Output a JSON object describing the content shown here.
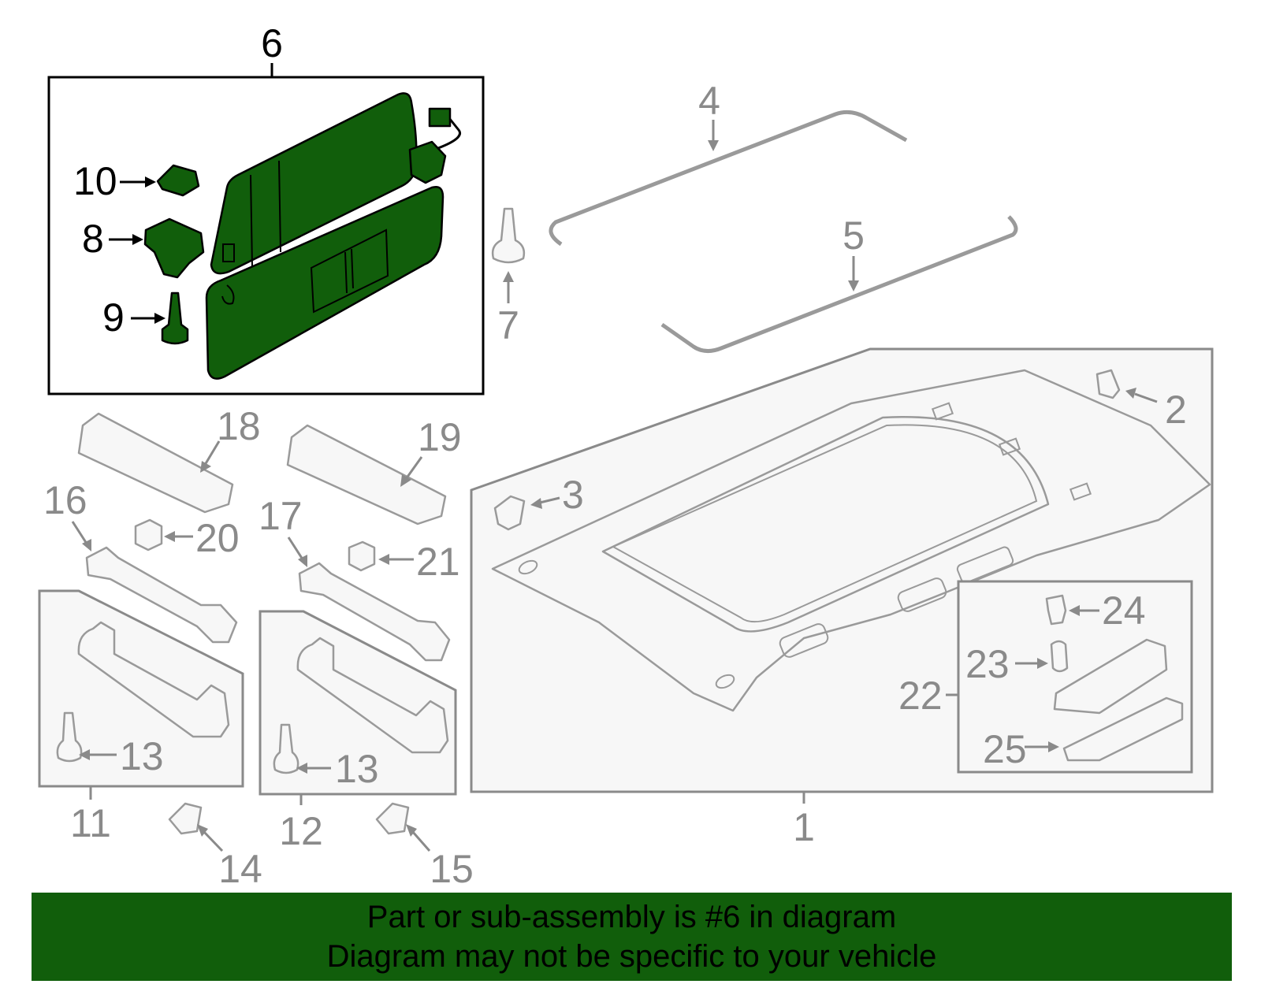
{
  "callouts": {
    "c1": "1",
    "c2": "2",
    "c3": "3",
    "c4": "4",
    "c5": "5",
    "c6": "6",
    "c7": "7",
    "c8": "8",
    "c9": "9",
    "c10": "10",
    "c11": "11",
    "c12": "12",
    "c13a": "13",
    "c13b": "13",
    "c14": "14",
    "c15": "15",
    "c16": "16",
    "c17": "17",
    "c18": "18",
    "c19": "19",
    "c20": "20",
    "c21": "21",
    "c22": "22",
    "c23": "23",
    "c24": "24",
    "c25": "25"
  },
  "highlight_color": "#115e0b",
  "banner": {
    "line1": "Part or sub-assembly is #6 in diagram",
    "line2": "Diagram may not be specific to your vehicle"
  }
}
